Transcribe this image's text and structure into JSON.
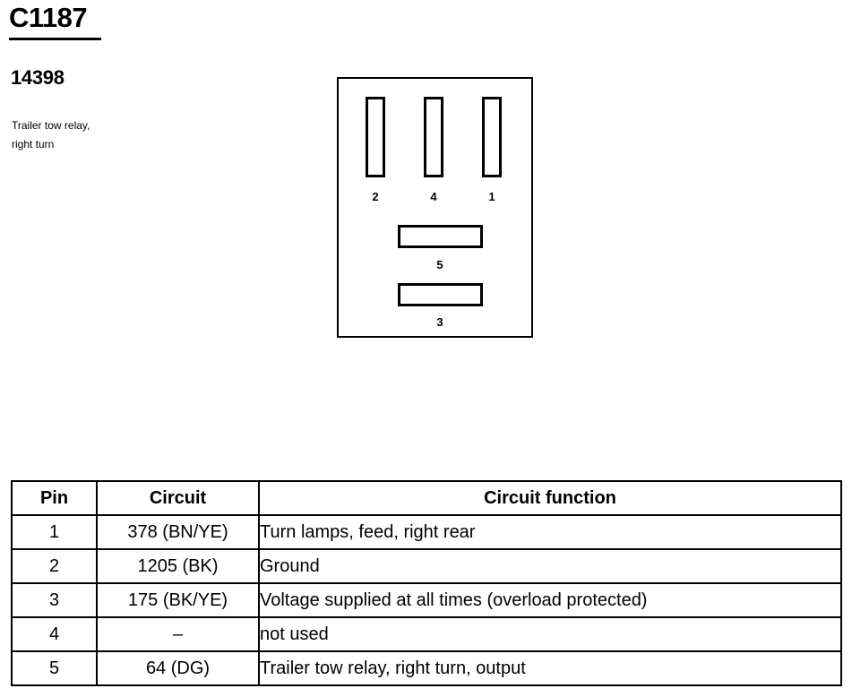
{
  "connector": {
    "id": "C1187",
    "part_number": "14398",
    "description_lines": [
      "Trailer tow relay,",
      "right turn"
    ]
  },
  "connector_face": {
    "pin_labels": [
      "2",
      "4",
      "1",
      "5",
      "3"
    ]
  },
  "pin_table": {
    "headers": [
      "Pin",
      "Circuit",
      "Circuit function"
    ],
    "rows": [
      {
        "pin": "1",
        "circuit": "378 (BN/YE)",
        "function": "Turn lamps, feed, right rear"
      },
      {
        "pin": "2",
        "circuit": "1205 (BK)",
        "function": "Ground"
      },
      {
        "pin": "3",
        "circuit": "175 (BK/YE)",
        "function": "Voltage supplied at all times (overload protected)"
      },
      {
        "pin": "4",
        "circuit": "–",
        "function": "not used"
      },
      {
        "pin": "5",
        "circuit": "64 (DG)",
        "function": "Trailer tow relay, right turn, output"
      }
    ]
  }
}
